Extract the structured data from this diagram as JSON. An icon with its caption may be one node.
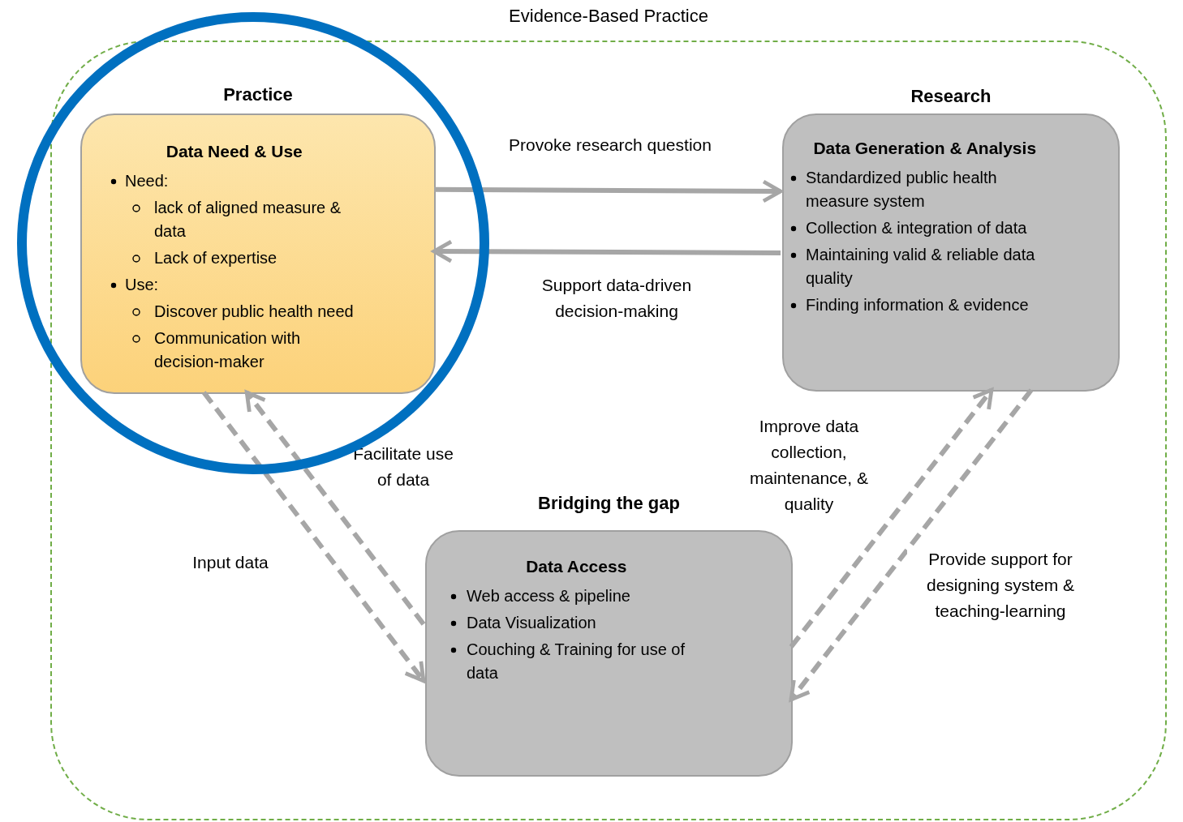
{
  "diagram": {
    "nodes": [
      {
        "text": [
          "Evidence-Based Practice"
        ]
      },
      {
        "text": [
          "Practice",
          "Data Need & Use",
          "Need:",
          "lack of aligned measure & data",
          "Lack of expertise",
          "Use:",
          "Discover public health need",
          "Communication with decision-maker"
        ],
        "in": 0
      },
      {
        "text": [
          "Research",
          "Data Generation & Analysis",
          "Standardized public health measure system",
          "Collection & integration of data",
          "Maintaining valid & reliable data quality",
          "Finding information & evidence"
        ],
        "in": 0
      },
      {
        "text": [
          "Bridging the gap",
          "Data Access",
          "Web access & pipeline",
          "Data Visualization",
          "Couching & Training for use of data"
        ],
        "in": 0
      }
    ],
    "edges": [
      {
        "from": 1,
        "to": 2,
        "arrow": "to",
        "label": "Provoke research question"
      },
      {
        "from": 2,
        "to": 1,
        "arrow": "to",
        "label": "Support data-driven decision-making"
      },
      {
        "from": 1,
        "to": 3,
        "arrow": "to",
        "label": "Input data",
        "style": "dashed"
      },
      {
        "from": 3,
        "to": 1,
        "arrow": "to",
        "label": "Facilitate use of data",
        "style": "dashed"
      },
      {
        "from": 3,
        "to": 2,
        "arrow": "to",
        "label": "Improve data collection, maintenance, & quality",
        "style": "dashed"
      },
      {
        "from": 2,
        "to": 3,
        "arrow": "to",
        "label": "Provide support for designing system & teaching-learning",
        "style": "dashed"
      }
    ]
  }
}
